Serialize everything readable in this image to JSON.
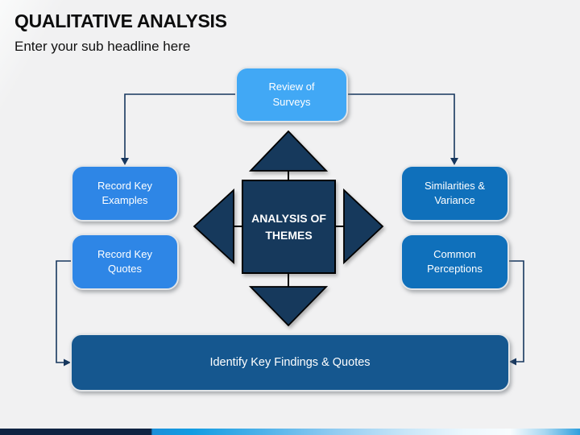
{
  "slide": {
    "title": "QUALITATIVE ANALYSIS",
    "subtitle": "Enter your sub headline here"
  },
  "diagram": {
    "center_label": "ANALYSIS OF THEMES",
    "top_box": "Review of Surveys",
    "left_top_box": "Record Key Examples",
    "left_bottom_box": "Record Key Quotes",
    "right_top_box": "Similarities & Variance",
    "right_bottom_box": "Common Perceptions",
    "bottom_bar": "Identify Key Findings & Quotes"
  },
  "colors": {
    "background": "#f1f1f2",
    "title_text": "#0d0d0d",
    "top_box": "#41a8f5",
    "left_boxes": "#2e86e6",
    "right_boxes": "#0f70bb",
    "bottom_bar": "#15578f",
    "center_shape": "#16395c",
    "connector": "#17375e",
    "box_text": "#ffffff"
  }
}
